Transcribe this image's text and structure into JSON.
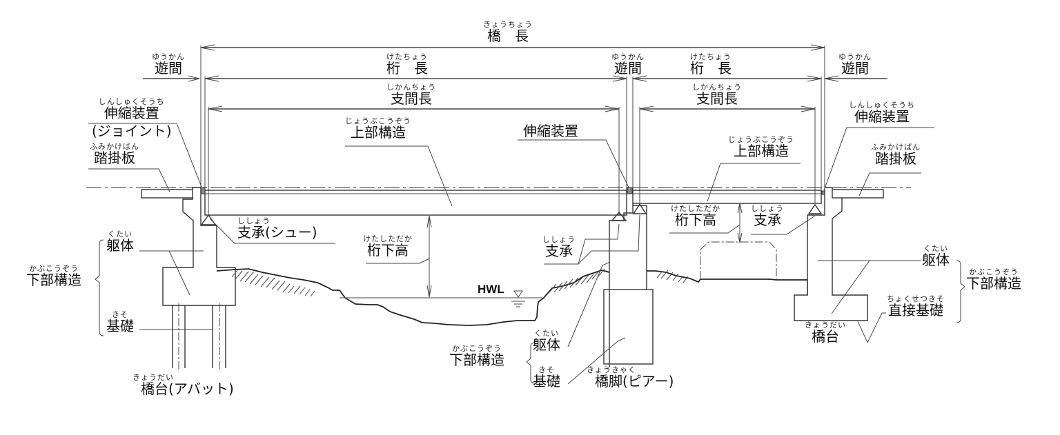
{
  "diagram": {
    "colors": {
      "line": "#333333",
      "background": "#ffffff",
      "text": "#111111"
    },
    "labels": {
      "bridge_length": {
        "ruby": "きょうちょう",
        "text": "橋　長"
      },
      "gap_left": {
        "ruby": "ゆうかん",
        "text": "遊間"
      },
      "gap_center": {
        "ruby": "ゆうかん",
        "text": "遊間"
      },
      "gap_right": {
        "ruby": "ゆうかん",
        "text": "遊間"
      },
      "girder_length_left": {
        "ruby": "けたちょう",
        "text": "桁　長"
      },
      "girder_length_right": {
        "ruby": "けたちょう",
        "text": "桁　長"
      },
      "span_length_left": {
        "ruby": "しかんちょう",
        "text": "支間長"
      },
      "span_length_right": {
        "ruby": "しかんちょう",
        "text": "支間長"
      },
      "expansion_joint_left": {
        "ruby": "しんしゅくそうち",
        "text": "伸縮装置",
        "sub": "(ジョイント)"
      },
      "expansion_joint_center": {
        "text": "伸縮装置"
      },
      "expansion_joint_right": {
        "ruby": "しんしゅくそうち",
        "text": "伸縮装置"
      },
      "superstructure_left": {
        "ruby": "じょうぶこうぞう",
        "text": "上部構造"
      },
      "superstructure_right": {
        "ruby": "じょうぶこうぞう",
        "text": "上部構造"
      },
      "approach_slab_left": {
        "ruby": "ふみかけばん",
        "text": "踏掛板"
      },
      "approach_slab_right": {
        "ruby": "ふみかけばん",
        "text": "踏掛板"
      },
      "bearing_shoe": {
        "ruby": "ししょう",
        "text": "支承(シュー)"
      },
      "bearing_center": {
        "ruby": "ししょう",
        "text": "支承"
      },
      "bearing_right": {
        "ruby": "ししょう",
        "text": "支承"
      },
      "clearance_left": {
        "ruby": "けたしただか",
        "text": "桁下高"
      },
      "clearance_right": {
        "ruby": "けたしただか",
        "text": "桁下高"
      },
      "body_left": {
        "ruby": "くたい",
        "text": "躯体"
      },
      "body_center": {
        "ruby": "くたい",
        "text": "躯体"
      },
      "body_right": {
        "ruby": "くたい",
        "text": "躯体"
      },
      "substructure_left": {
        "ruby": "かぶこうぞう",
        "text": "下部構造"
      },
      "substructure_center": {
        "ruby": "かぶこうぞう",
        "text": "下部構造"
      },
      "substructure_right": {
        "ruby": "かぶこうぞう",
        "text": "下部構造"
      },
      "foundation_left": {
        "ruby": "きそ",
        "text": "基礎"
      },
      "foundation_center": {
        "ruby": "きそ",
        "text": "基礎"
      },
      "direct_foundation": {
        "ruby": "ちょくせつきそ",
        "text": "直接基礎"
      },
      "abutment_left": {
        "ruby": "きょうだい",
        "text": "橋台(アバット)"
      },
      "abutment_right": {
        "ruby": "きょうだい",
        "text": "橋台"
      },
      "pier": {
        "ruby": "きょうきゃく",
        "text": "橋脚(ピアー)"
      },
      "hwl": "HWL"
    }
  }
}
